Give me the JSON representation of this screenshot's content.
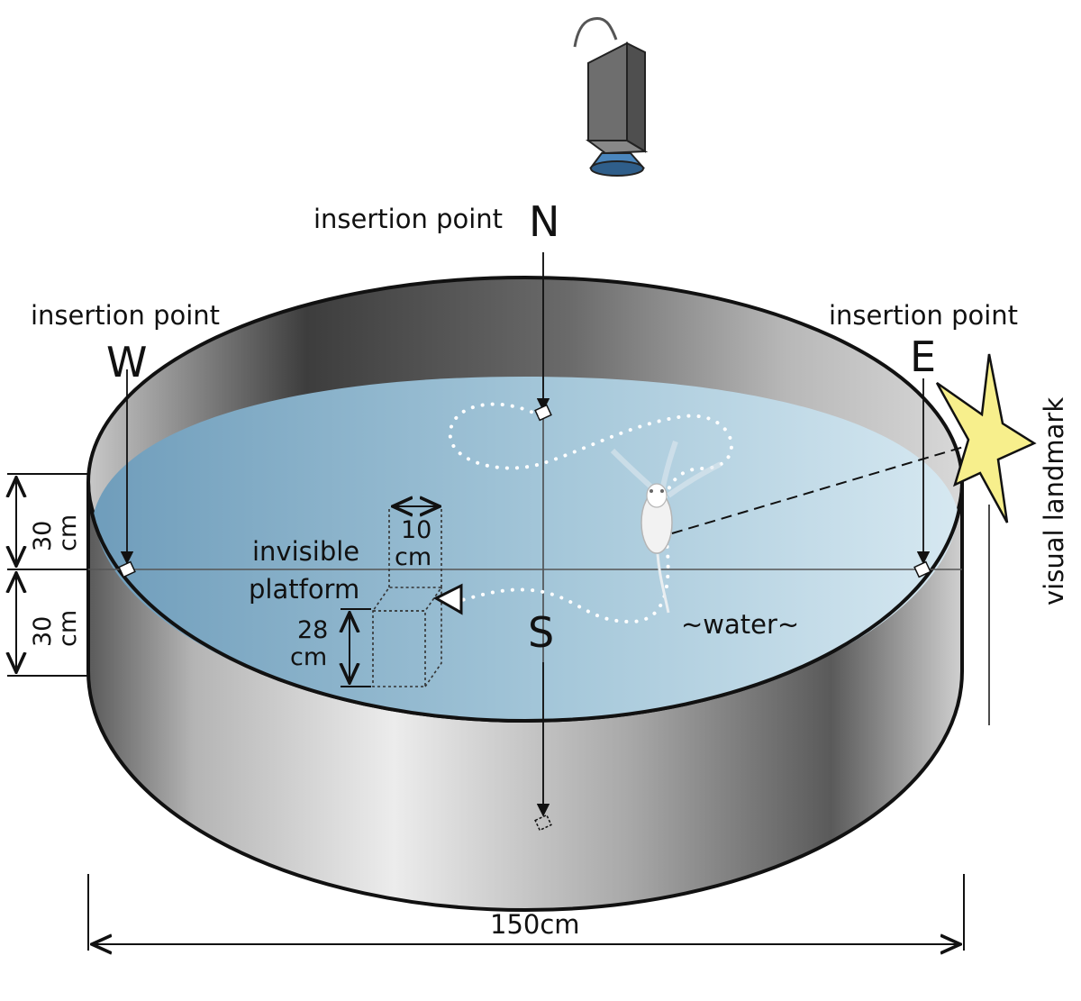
{
  "labels": {
    "insertion_n": "insertion point",
    "insertion_w": "insertion point",
    "insertion_e": "insertion point",
    "compass_n": "N",
    "compass_s": "S",
    "compass_w": "W",
    "compass_e": "E",
    "platform_line1": "invisible",
    "platform_line2": "platform",
    "water": "~water~",
    "landmark": "visual landmark",
    "width": "150cm",
    "depth_upper_value": "30",
    "depth_upper_unit": "cm",
    "depth_lower_value": "30",
    "depth_lower_unit": "cm",
    "platform_width_value": "10",
    "platform_width_unit": "cm",
    "platform_height_value": "28",
    "platform_height_unit": "cm"
  },
  "colors": {
    "water_light": "#d3e6ef",
    "water_dark": "#7ba6c2",
    "wall_light": "#e6e6e6",
    "wall_dark": "#3d3d3d",
    "star": "#f7ef8c",
    "camera": "#707070",
    "lens": "#4a86bd"
  },
  "icons": [
    "camera-icon",
    "mouse-icon",
    "star-icon",
    "start-triangle-icon"
  ]
}
